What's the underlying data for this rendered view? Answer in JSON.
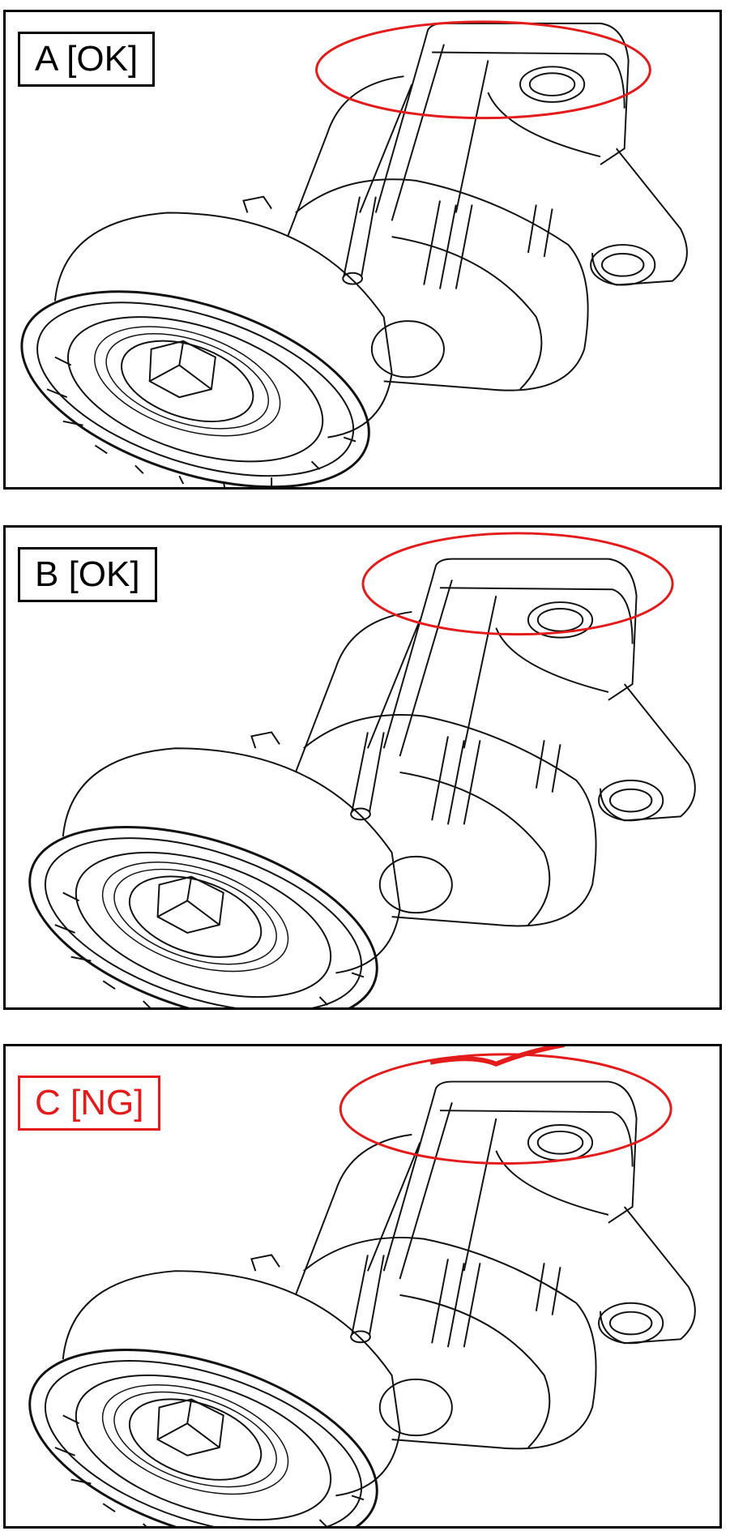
{
  "panels": [
    {
      "label": "A [OK]",
      "status": "OK",
      "label_color": "#000000"
    },
    {
      "label": "B [OK]",
      "status": "OK",
      "label_color": "#000000"
    },
    {
      "label": "C [NG]",
      "status": "NG",
      "label_color": "#e31b1b"
    }
  ],
  "highlight_color": "#e31b1b"
}
